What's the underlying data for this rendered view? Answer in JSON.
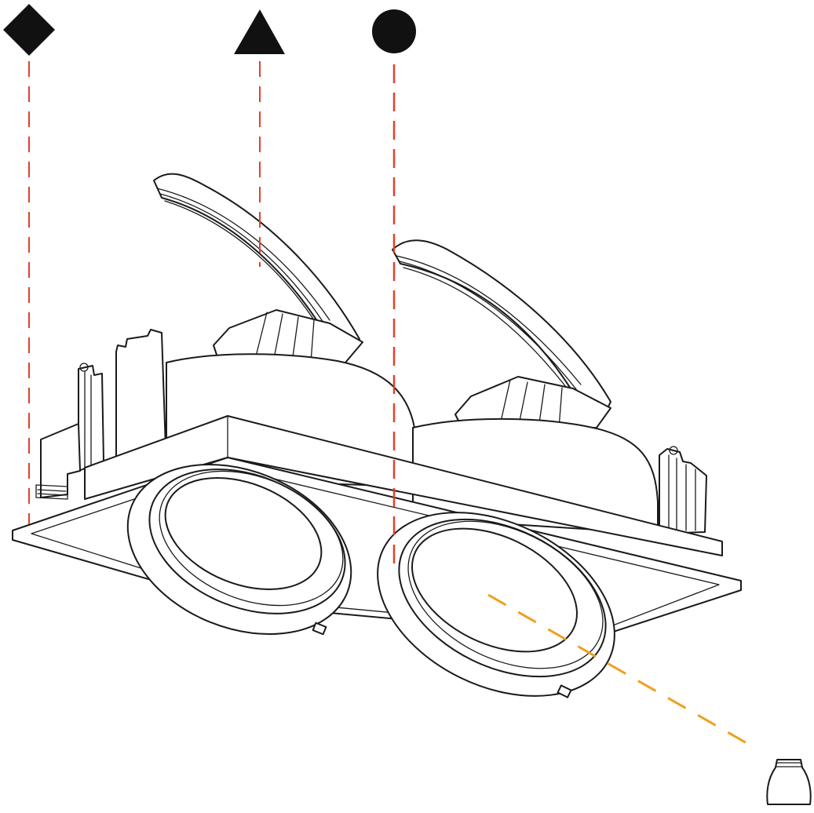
{
  "figure": {
    "markers": [
      {
        "shape": "diamond",
        "icon": "diamond-icon",
        "color": "#111111"
      },
      {
        "shape": "triangle",
        "icon": "triangle-icon",
        "color": "#111111"
      },
      {
        "shape": "circle",
        "icon": "circle-icon",
        "color": "#111111"
      }
    ],
    "guide_color": "#e2402a",
    "beam_color": "#f0a020",
    "lamp_icon": "lamp-bulb-icon",
    "luminaire_heads": 2
  }
}
